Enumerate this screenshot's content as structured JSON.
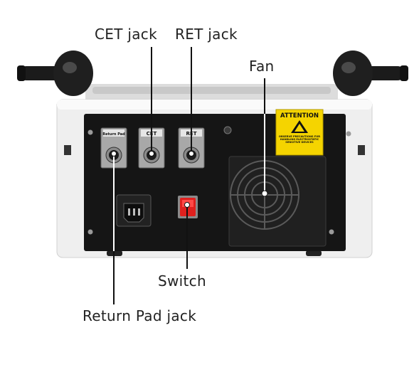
{
  "labels": {
    "cet_jack": "CET jack",
    "ret_jack": "RET jack",
    "fan": "Fan",
    "switch": "Switch",
    "return_pad_jack": "Return Pad jack"
  },
  "port_labels": {
    "return_pad": "Return Pad",
    "cet": "CET",
    "ret": "RET"
  },
  "warning": {
    "title": "ATTENTION",
    "text": "OBSERVE PRECAUTIONS FOR HANDLING ELECTROSTATIC SENSITIVE DEVICES"
  },
  "colors": {
    "panel": "#151515",
    "housing": "#f2f2f2",
    "warning_yellow": "#f5d400",
    "switch_red": "#e0201e",
    "leader_line": "#ffffff"
  },
  "icons": [
    "knob-left",
    "knob-right",
    "power-inlet",
    "rocker-switch",
    "fan-grille",
    "esd-warning-icon"
  ]
}
